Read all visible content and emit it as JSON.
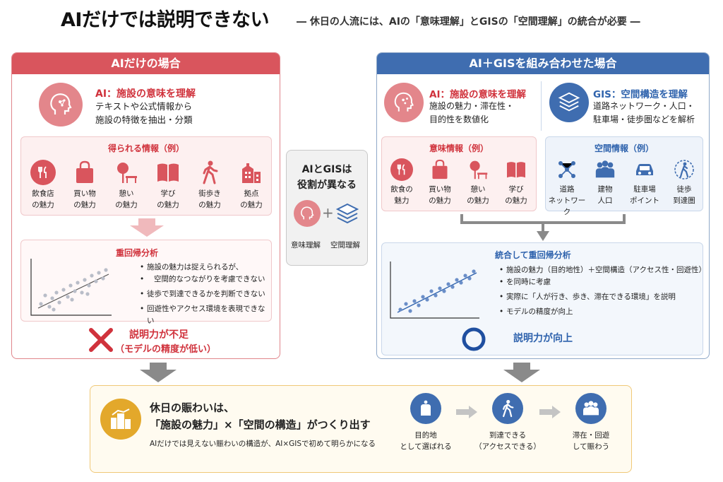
{
  "header": {
    "title": "AIだけでは説明できない",
    "subtitle": "― 休日の人流には、AIの「意味理解」とGISの「空間理解」の統合が必要 ―"
  },
  "left": {
    "header": "AIだけの場合",
    "ai": {
      "label": "AI：施設の意味を理解",
      "desc1": "テキストや公式情報から",
      "desc2": "施設の特徴を抽出・分類"
    },
    "info": {
      "title": "得られる情報（例）",
      "items": [
        {
          "l1": "飲食店",
          "l2": "の魅力",
          "icon": "fork-knife-icon"
        },
        {
          "l1": "買い物",
          "l2": "の魅力",
          "icon": "shopping-bag-icon"
        },
        {
          "l1": "憩い",
          "l2": "の魅力",
          "icon": "tree-bench-icon"
        },
        {
          "l1": "学び",
          "l2": "の魅力",
          "icon": "book-icon"
        },
        {
          "l1": "街歩き",
          "l2": "の魅力",
          "icon": "walking-icon"
        },
        {
          "l1": "拠点",
          "l2": "の魅力",
          "icon": "building-icon"
        }
      ]
    },
    "regression": {
      "title": "重回帰分析",
      "bullets": [
        "施設の魅力は捉えられるが、",
        "空間的なつながりを考慮できない",
        "徒歩で到達できるかを判断できない",
        "回遊性やアクセス環境を表現できない"
      ]
    },
    "result": {
      "l1": "説明力が不足",
      "l2": "（モデルの精度が低い）"
    }
  },
  "middle": {
    "title1": "AIとGISは",
    "title2": "役割が異なる",
    "lab1": "意味理解",
    "lab2": "空間理解"
  },
  "right": {
    "header": "AI＋GISを組み合わせた場合",
    "ai": {
      "label": "AI：施設の意味を理解",
      "desc1": "施設の魅力・滞在性・",
      "desc2": "目的性を数値化"
    },
    "gis": {
      "label": "GIS：空間構造を理解",
      "desc1": "道路ネットワーク・人口・",
      "desc2": "駐車場・徒歩圏などを解析"
    },
    "meaning": {
      "title": "意味情報（例）",
      "items": [
        {
          "l1": "飲食の",
          "l2": "魅力",
          "icon": "fork-knife-icon"
        },
        {
          "l1": "買い物",
          "l2": "の魅力",
          "icon": "shopping-bag-icon"
        },
        {
          "l1": "憩い",
          "l2": "の魅力",
          "icon": "tree-bench-icon"
        },
        {
          "l1": "学び",
          "l2": "の魅力",
          "icon": "book-icon"
        }
      ]
    },
    "space": {
      "title": "空間情報（例）",
      "items": [
        {
          "l1": "道路",
          "l2": "ネットワーク",
          "icon": "network-icon"
        },
        {
          "l1": "建物",
          "l2": "人口",
          "icon": "people-icon"
        },
        {
          "l1": "駐車場",
          "l2": "ポイント",
          "icon": "car-icon"
        },
        {
          "l1": "徒歩",
          "l2": "到達圏",
          "icon": "walk-radius-icon"
        }
      ]
    },
    "regression": {
      "title": "統合して重回帰分析",
      "bullets": [
        "施設の魅力（目的地性）＋空間構造（アクセス性・回遊性）",
        "を同時に考慮",
        "実際に「人が行き、歩き、滞在できる環境」を説明",
        "モデルの精度が向上"
      ]
    },
    "result": "説明力が向上"
  },
  "bottom": {
    "l1": "休日の賑わいは、",
    "l2": "「施設の魅力」×「空間の構造」がつくり出す",
    "l3": "AIだけでは見えない賑わいの構造が、AI×GISで初めて明らかになる",
    "steps": [
      {
        "l1": "目的地",
        "l2": "として選ばれる",
        "icon": "destination-icon"
      },
      {
        "l1": "到達できる",
        "l2": "（アクセスできる）",
        "icon": "walking-icon"
      },
      {
        "l1": "滞在・回遊",
        "l2": "して賑わう",
        "icon": "crowd-icon"
      }
    ]
  },
  "colors": {
    "red": "#d9555d",
    "blue": "#3f6db0",
    "gold": "#e3a82b"
  }
}
